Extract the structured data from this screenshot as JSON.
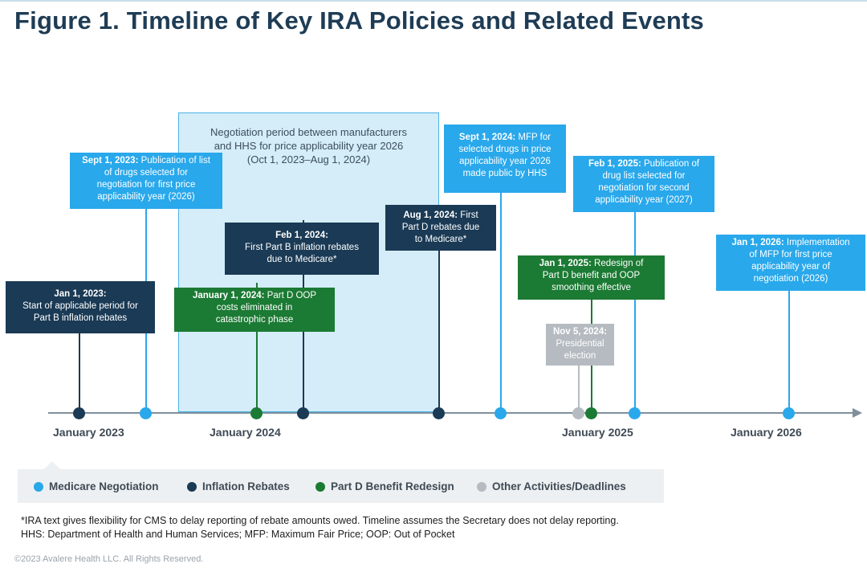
{
  "title": "Figure 1. Timeline of Key IRA Policies and Related Events",
  "negotiation_period": {
    "line1": "Negotiation period between manufacturers",
    "line2": "and HHS for price applicability year 2026",
    "line3": "(Oct 1, 2023–Aug 1, 2024)"
  },
  "events": {
    "jan2023": {
      "date": "Jan 1, 2023:",
      "l1": "Start of applicable period for",
      "l2": "Part B inflation rebates"
    },
    "sep2023": {
      "date": "Sept 1, 2023:",
      "l1a": " Publication of list",
      "l2": "of drugs selected for",
      "l3": "negotiation for first price",
      "l4": "applicability year (2026)"
    },
    "feb2024": {
      "date": "Feb 1, 2024:",
      "l1": "First Part B inflation rebates",
      "l2": "due to Medicare*"
    },
    "jan2024": {
      "date": "January 1, 2024:",
      "l1a": " Part D OOP",
      "l2": "costs eliminated in",
      "l3": "catastrophic phase"
    },
    "aug2024": {
      "date": "Aug 1, 2024:",
      "l1a": " First",
      "l2": "Part D rebates due",
      "l3": "to Medicare*"
    },
    "sep2024": {
      "date": "Sept 1, 2024:",
      "l1a": " MFP for",
      "l2": "selected drugs in price",
      "l3": "applicability year 2026",
      "l4": "made public by HHS"
    },
    "feb2025": {
      "date": "Feb 1, 2025:",
      "l1a": " Publication of",
      "l2": "drug list selected for",
      "l3": "negotiation for second",
      "l4": "applicability year (2027)"
    },
    "jan2025": {
      "date": "Jan 1, 2025:",
      "l1a": " Redesign of",
      "l2": "Part D benefit and OOP",
      "l3": "smoothing effective"
    },
    "nov2024": {
      "date": "Nov 5, 2024:",
      "l2": "Presidential",
      "l3": "election"
    },
    "jan2026": {
      "date": "Jan 1, 2026:",
      "l1a": " Implementation",
      "l2": "of MFP for first price",
      "l3": "applicability year of",
      "l4": "negotiation (2026)"
    }
  },
  "axis_labels": {
    "y2023": "January 2023",
    "y2024": "January 2024",
    "y2025": "January 2025",
    "y2026": "January 2026"
  },
  "legend": {
    "medicare": "Medicare Negotiation",
    "inflation": "Inflation Rebates",
    "partd": "Part D Benefit Redesign",
    "other": "Other Activities/Deadlines"
  },
  "colors": {
    "medicare": "#29a8eb",
    "inflation": "#1a3a55",
    "partd": "#1b7a33",
    "other": "#b5bbc1"
  },
  "footnotes": {
    "note1": "*IRA text gives flexibility for CMS to delay reporting of rebate amounts owed. Timeline assumes the Secretary does not delay reporting.",
    "note2": "HHS: Department of Health and Human Services; MFP: Maximum Fair Price; OOP: Out of Pocket"
  },
  "copyright": "©2023 Avalere Health LLC.  All Rights Reserved."
}
